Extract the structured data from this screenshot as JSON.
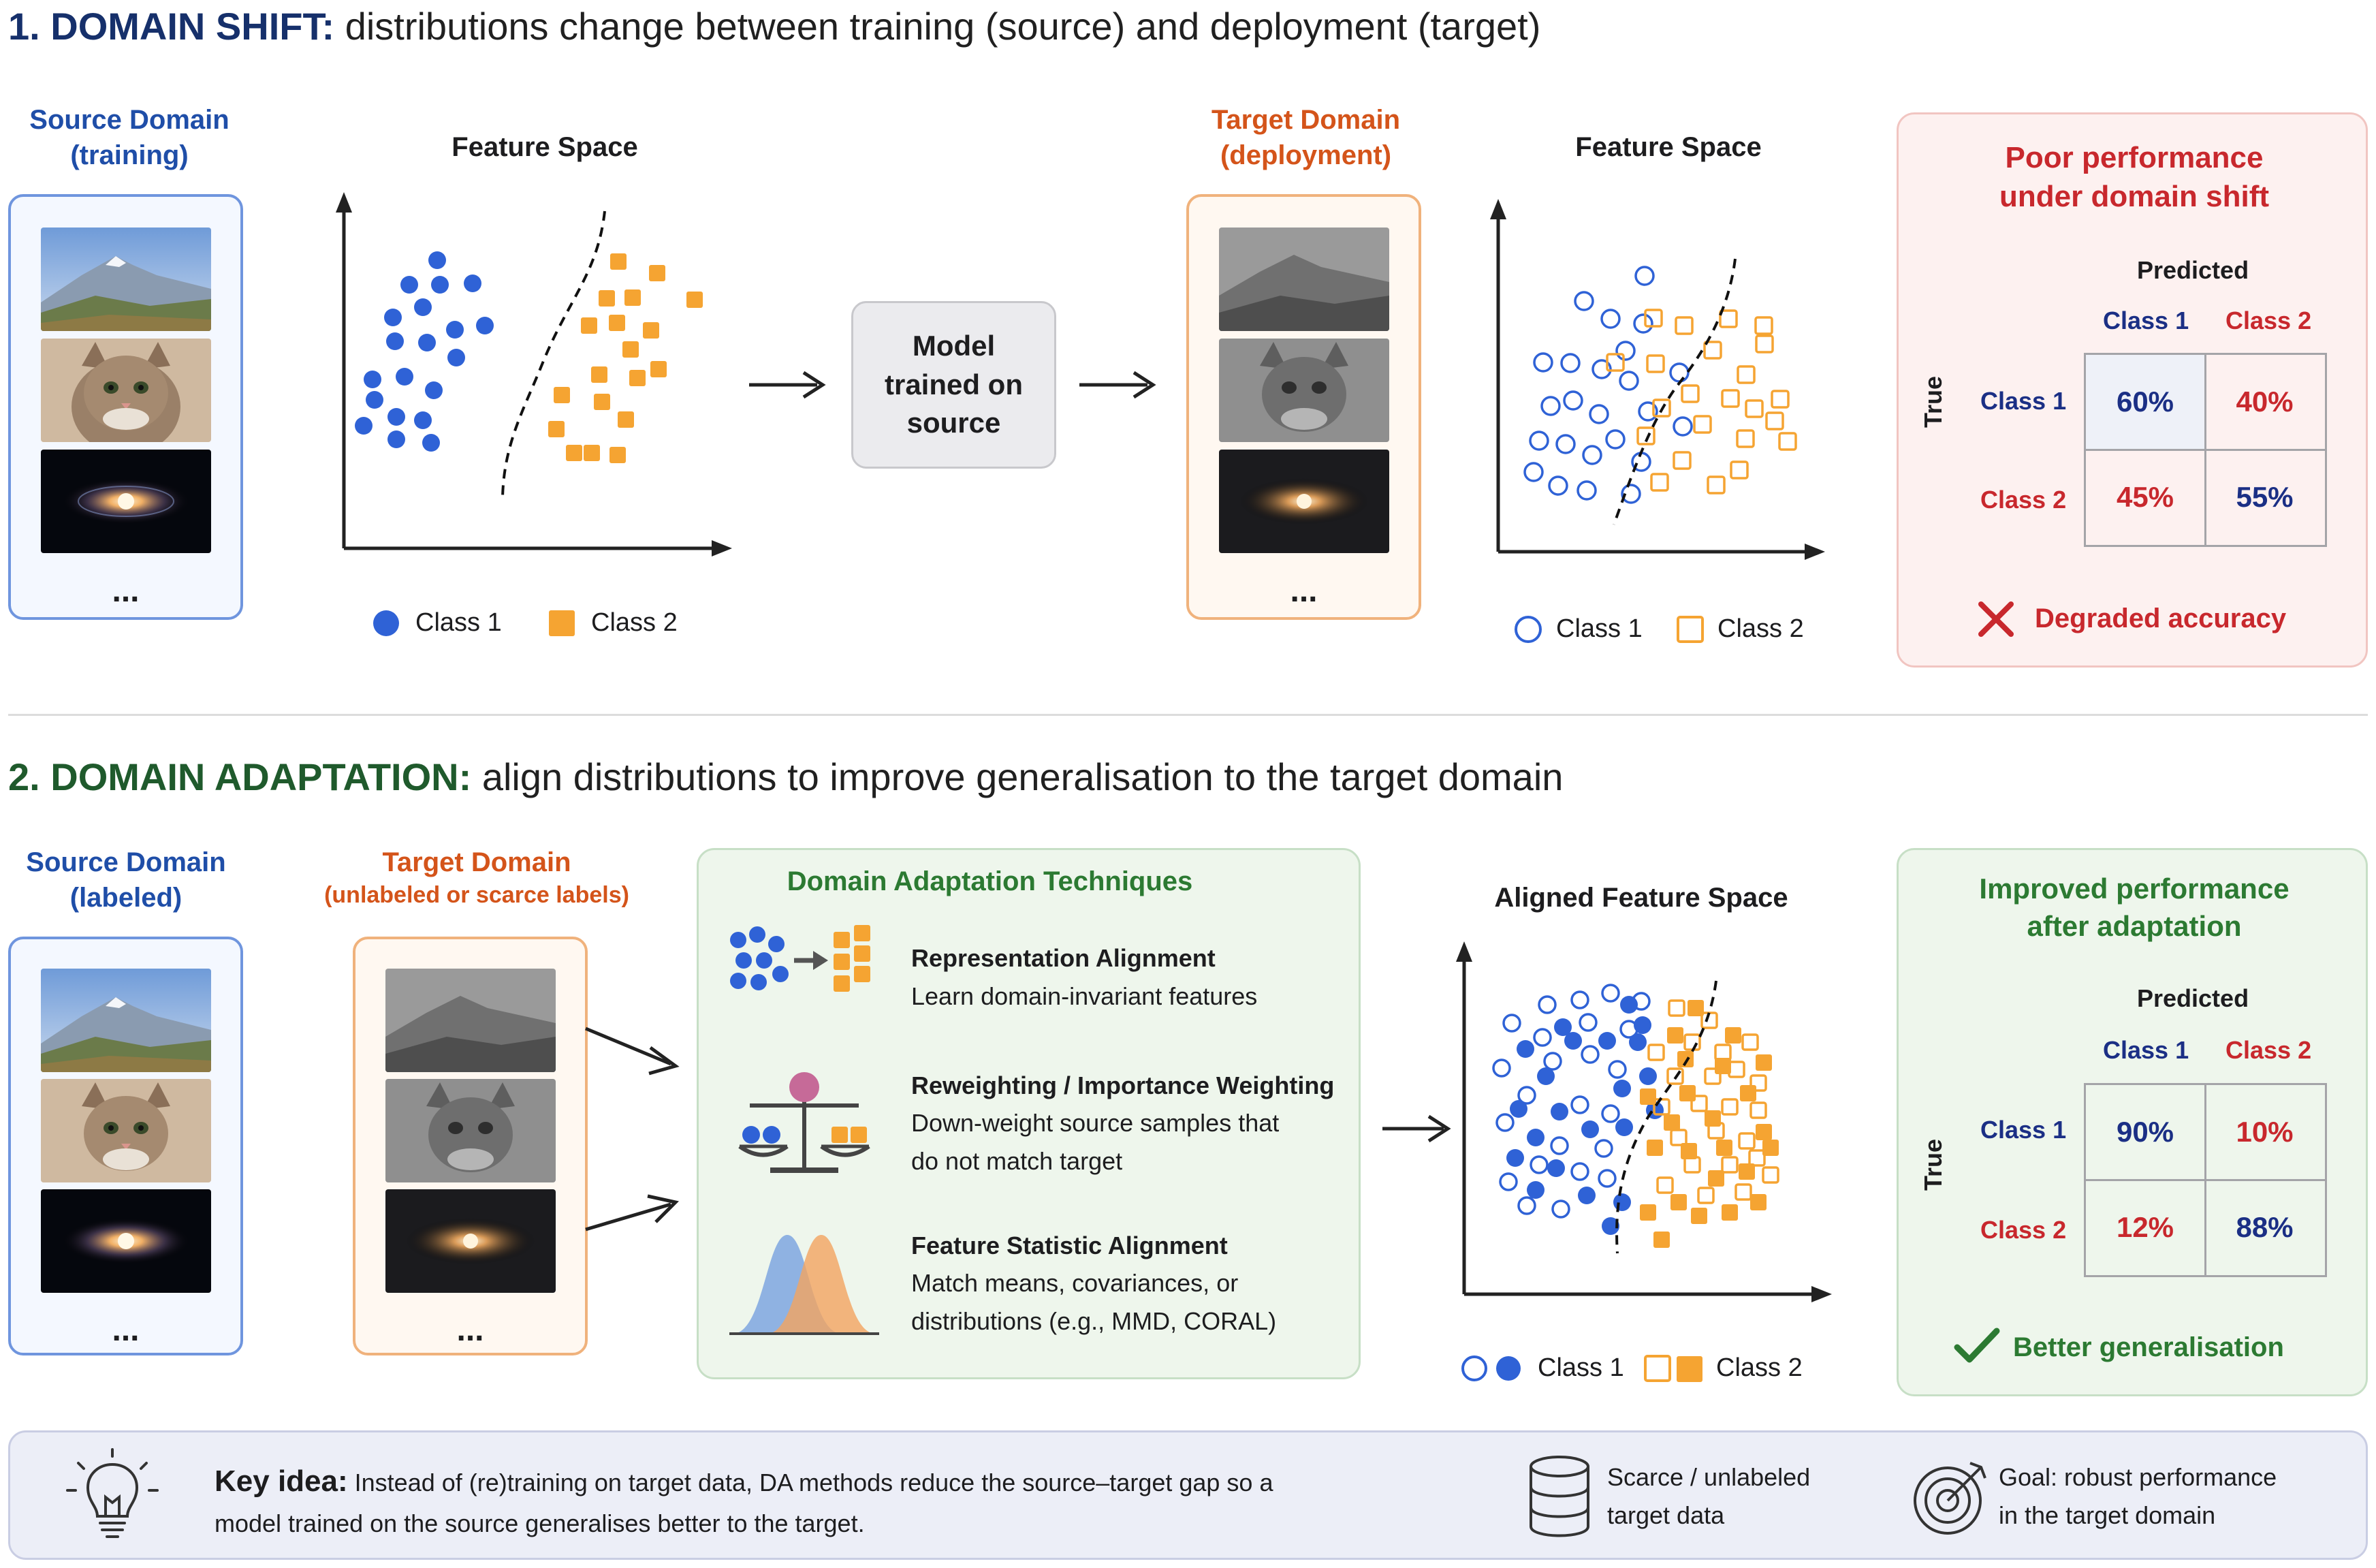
{
  "section1": {
    "heading_strong": "1. DOMAIN SHIFT:",
    "heading_rest": "distributions change between training (source) and deployment (target)",
    "source_label_1": "Source Domain",
    "source_label_2": "(training)",
    "feature_space_left": "Feature Space",
    "model_box_lines": [
      "Model",
      "trained on",
      "source"
    ],
    "target_label_1": "Target Domain",
    "target_label_2": "(deployment)",
    "feature_space_right": "Feature Space",
    "ellipsis": "...",
    "legend": {
      "class1": "Class 1",
      "class2": "Class 2"
    },
    "result_panel": {
      "title_1": "Poor performance",
      "title_2": "under domain shift",
      "predicted": "Predicted",
      "true_label": "True",
      "col1": "Class 1",
      "col2": "Class 2",
      "row1": "Class 1",
      "row2": "Class 2",
      "cells": [
        "60%",
        "40%",
        "45%",
        "55%"
      ],
      "footer": "Degraded accuracy"
    }
  },
  "section2": {
    "heading_strong": "2. DOMAIN ADAPTATION:",
    "heading_rest": "align distributions to improve generalisation to the target domain",
    "source_label_1": "Source Domain",
    "source_label_2": "(labeled)",
    "target_label_1": "Target Domain",
    "target_label_2": "(unlabeled or scarce labels)",
    "ellipsis": "...",
    "techniques_title": "Domain Adaptation Techniques",
    "techniques": [
      {
        "title": "Representation Alignment",
        "desc": [
          "Learn domain-invariant features"
        ]
      },
      {
        "title": "Reweighting / Importance Weighting",
        "desc": [
          "Down-weight source samples that",
          "do not match target"
        ]
      },
      {
        "title": "Feature Statistic Alignment",
        "desc": [
          "Match means, covariances, or",
          "distributions (e.g., MMD, CORAL)"
        ]
      }
    ],
    "aligned_title": "Aligned Feature Space",
    "legend": {
      "class1": "Class 1",
      "class2": "Class 2"
    },
    "result_panel": {
      "title_1": "Improved performance",
      "title_2": "after adaptation",
      "predicted": "Predicted",
      "true_label": "True",
      "col1": "Class 1",
      "col2": "Class 2",
      "row1": "Class 1",
      "row2": "Class 2",
      "cells": [
        "90%",
        "10%",
        "12%",
        "88%"
      ],
      "footer": "Better generalisation"
    }
  },
  "key_idea": {
    "lead": "Key idea:",
    "line1": "Instead of (re)training on target data, DA methods reduce the source–target gap so a",
    "line2": "model trained on the source generalises better to the target.",
    "scarce_1": "Scarce / unlabeled",
    "scarce_2": "target data",
    "goal_1": "Goal: robust performance",
    "goal_2": "in the target domain"
  },
  "colors": {
    "class1": "#2f62d6",
    "class2": "#f5a432",
    "bad": "#c8282d",
    "good": "#1b2f85",
    "check": "#2c7a32"
  }
}
